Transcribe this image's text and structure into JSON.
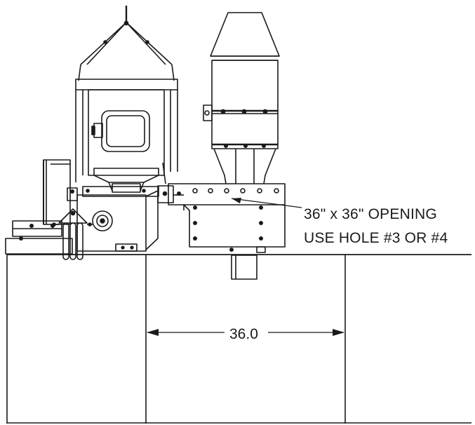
{
  "callout": {
    "line1": "36\" x 36\" OPENING",
    "line2": "USE HOLE #3 OR #4"
  },
  "dimension": {
    "value": "36.0"
  },
  "colors": {
    "ink": "#1a1a1a",
    "background": "#ffffff"
  }
}
